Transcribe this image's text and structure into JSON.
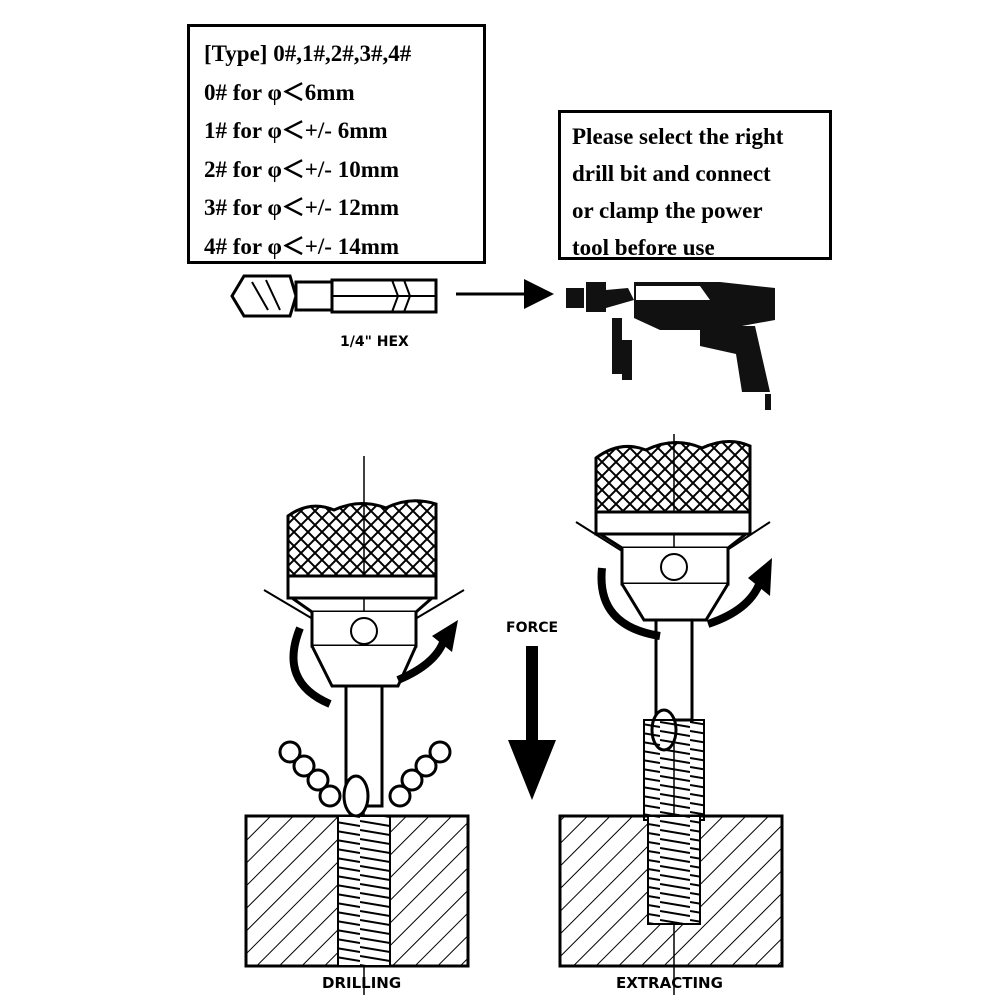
{
  "type_box": {
    "lines": [
      "[Type] 0#,1#,2#,3#,4#",
      "0# for φ＜6mm",
      "1# for φ＜+/- 6mm",
      "2# for φ＜+/- 10mm",
      "3# for φ＜+/- 12mm",
      "4# for φ＜+/- 14mm"
    ]
  },
  "note_box": {
    "lines": [
      "Please select the right",
      "drill bit and connect",
      "or clamp the power",
      "tool before use"
    ]
  },
  "labels": {
    "hex": "1/4\" HEX",
    "force": "FORCE",
    "drilling": "DRILLING",
    "extracting": "EXTRACTING"
  }
}
